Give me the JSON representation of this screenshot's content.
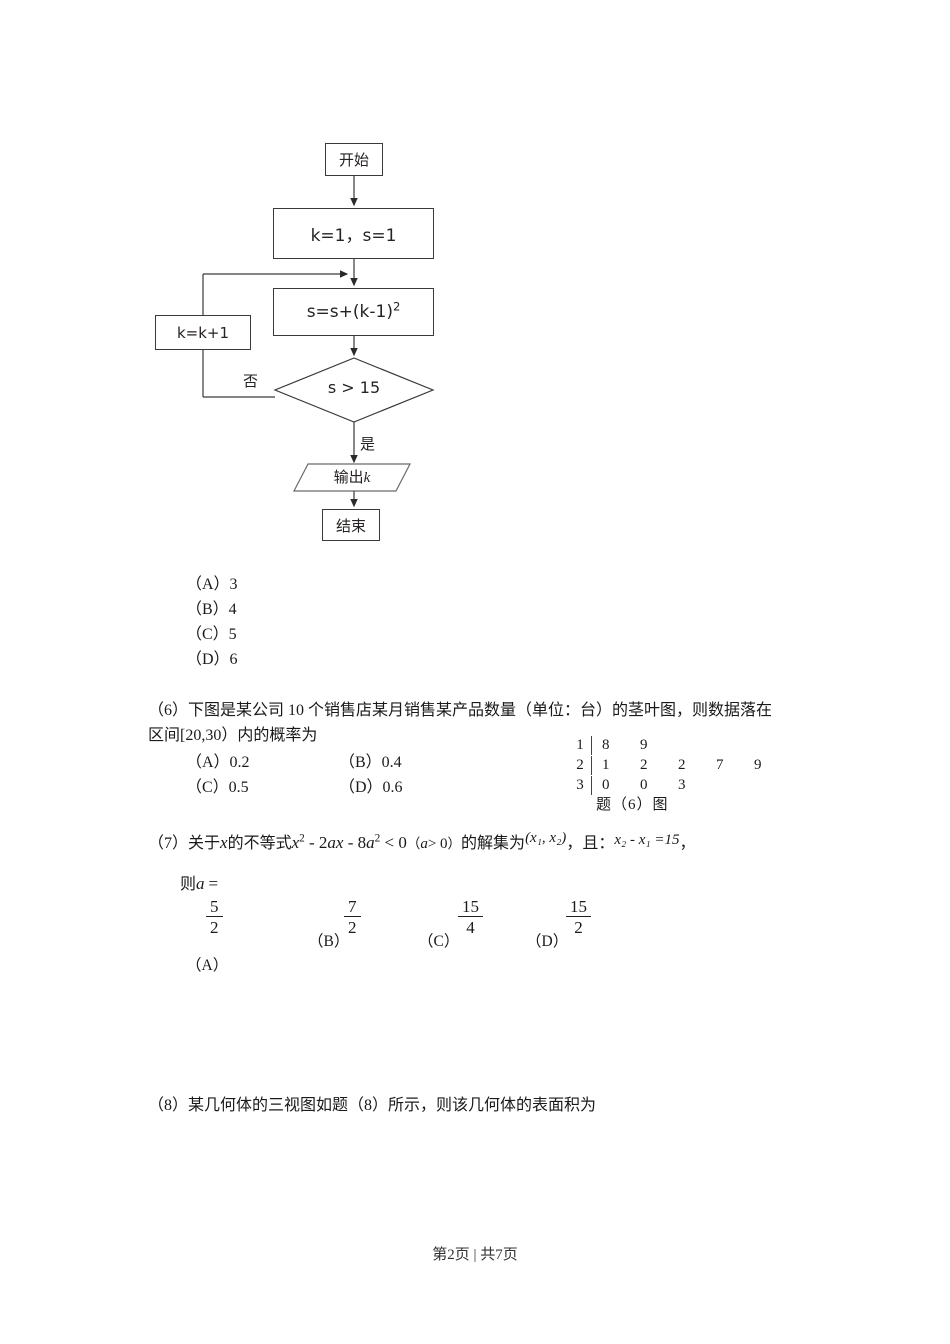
{
  "flowchart": {
    "start": "开始",
    "init": "k=1，s=1",
    "assign_main": "s=s+(k-1)",
    "assign_exp": "2",
    "increment": "k=k+1",
    "decision": "s > 15",
    "output_label": "输出",
    "output_var": "k",
    "end": "结束",
    "branch_no": "否",
    "branch_yes": "是"
  },
  "q5_options": [
    "（A）3",
    "（B）4",
    "（C）5",
    "（D）6"
  ],
  "q6": {
    "line1": "（6）下图是某公司 10 个销售店某月销售某产品数量（单位：台）的茎叶图，则数据落在",
    "line2": "区间[20,30）内的概率为",
    "options": [
      "（A）0.2",
      "（B）0.4",
      "（C）0.5",
      "（D）0.6"
    ],
    "stem_leaf": {
      "rows": [
        {
          "stem": "1",
          "leaves": [
            "8",
            "9",
            "",
            "",
            ""
          ]
        },
        {
          "stem": "2",
          "leaves": [
            "1",
            "2",
            "2",
            "7",
            "9"
          ]
        },
        {
          "stem": "3",
          "leaves": [
            "0",
            "0",
            "3",
            "",
            ""
          ]
        }
      ]
    },
    "caption": "题（6）图"
  },
  "q7": {
    "prefix": "（7）关于",
    "var_x": "x",
    "mid1": "的不等式",
    "inequality": {
      "x": "x",
      "exp2": "2",
      "minus1": "- 2",
      "ax": "ax",
      "minus2": "- 8",
      "a": "a",
      "exp2b": "2",
      "lt": "< 0"
    },
    "condition": "（",
    "cond_a": "a",
    "cond_rest": "> 0",
    "condition_close": "）",
    "mid2": "的解集为",
    "solution_set": "(x₁, x₂)",
    "comma": "，",
    "and_label": "且：",
    "diff_expr": "x₂ - x₁ =15",
    "trailing_comma": "，",
    "then_label": "则",
    "then_a": "a",
    "then_eq": "=",
    "options": [
      {
        "label": "（A）",
        "num": "5",
        "den": "2"
      },
      {
        "label": "（B）",
        "num": "7",
        "den": "2"
      },
      {
        "label": "（C）",
        "num": "15",
        "den": "4"
      },
      {
        "label": "（D）",
        "num": "15",
        "den": "2"
      }
    ]
  },
  "q8": {
    "line1": "（8）某几何体的三视图如题（8）所示，则该几何体的表面积为"
  },
  "footer": {
    "text": "第2页 | 共7页"
  }
}
